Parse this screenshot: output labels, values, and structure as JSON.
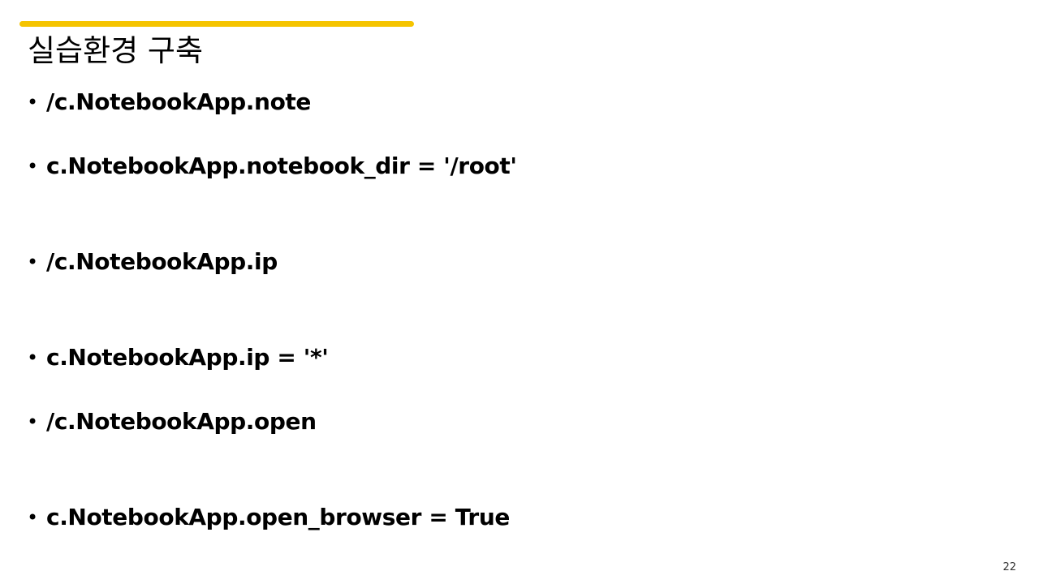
{
  "slide": {
    "title": "실습환경 구축",
    "accent_color": "#F5C400",
    "bullet_symbol": "•",
    "bullets": [
      "/c.NotebookApp.note",
      "c.NotebookApp.notebook_dir = '/root'",
      "/c.NotebookApp.ip",
      "c.NotebookApp.ip = '*'",
      "/c.NotebookApp.open",
      "c.NotebookApp.open_browser = True"
    ],
    "page_number": "22"
  }
}
